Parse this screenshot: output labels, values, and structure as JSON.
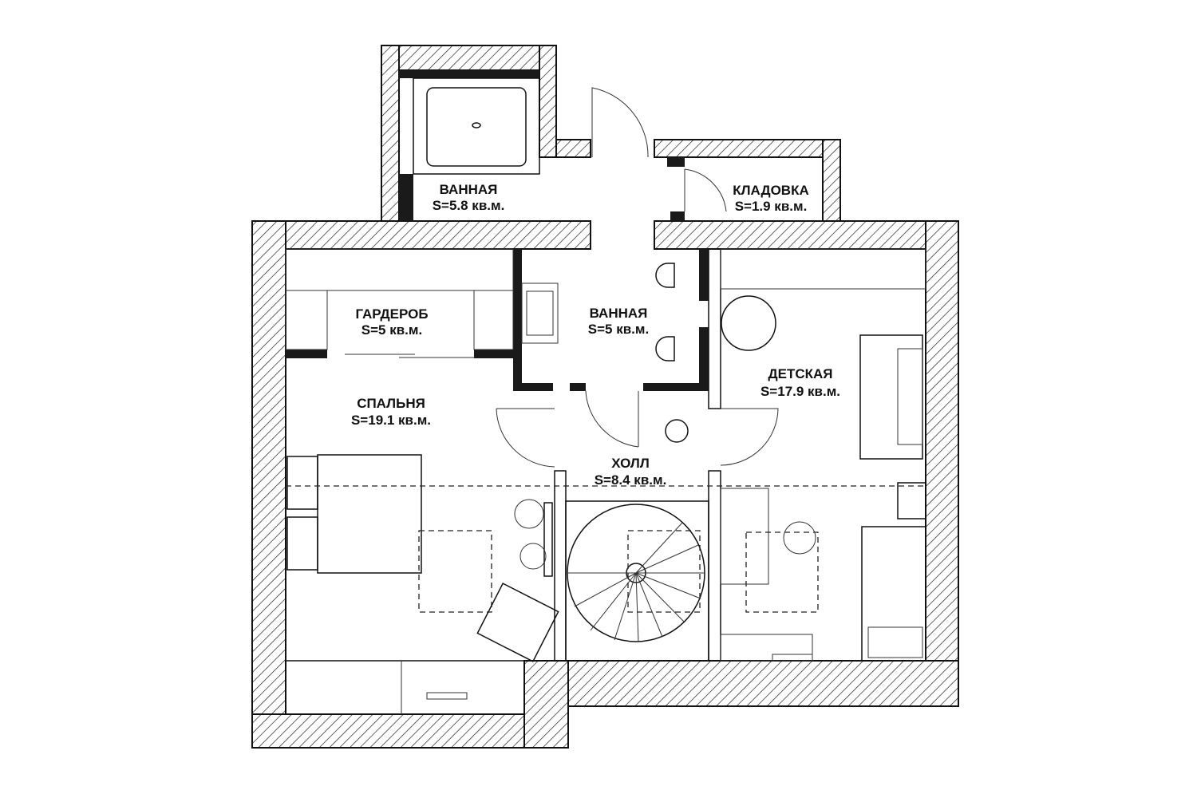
{
  "rooms": {
    "bath_top": {
      "name": "ВАННАЯ",
      "area": "S=5.8 кв.м."
    },
    "pantry": {
      "name": "КЛАДОВКА",
      "area": "S=1.9 кв.м."
    },
    "wardrobe": {
      "name": "ГАРДЕРОБ",
      "area": "S=5 кв.м."
    },
    "bath_mid": {
      "name": "ВАННАЯ",
      "area": "S=5 кв.м."
    },
    "bedroom": {
      "name": "СПАЛЬНЯ",
      "area": "S=19.1 кв.м."
    },
    "kids": {
      "name": "ДЕТСКАЯ",
      "area": "S=17.9 кв.м."
    },
    "hall": {
      "name": "ХОЛЛ",
      "area": "S=8.4 кв.м."
    }
  }
}
